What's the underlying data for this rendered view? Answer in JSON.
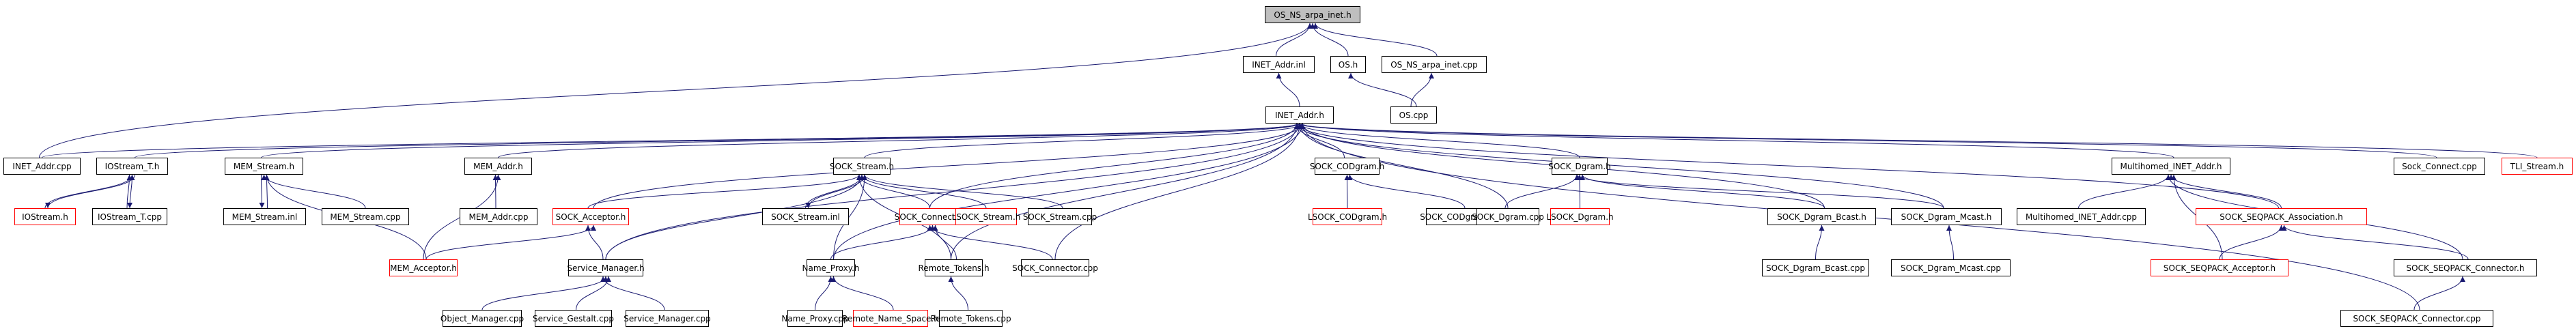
{
  "title": "OS_NS_arpa_inet.h include dependency graph",
  "colors": {
    "edge": "#191970",
    "normal_border": "#000000",
    "truncated_border": "#ff0000",
    "root_fill": "#bfbfbf"
  },
  "nodes": [
    {
      "id": "os_ns_arpa_inet_h",
      "label": "OS_NS_arpa_inet.h",
      "kind": "root"
    },
    {
      "id": "inet_addr_inl",
      "label": "INET_Addr.inl",
      "kind": "normal"
    },
    {
      "id": "os_h",
      "label": "OS.h",
      "kind": "normal"
    },
    {
      "id": "os_ns_arpa_inet_cpp",
      "label": "OS_NS_arpa_inet.cpp",
      "kind": "normal"
    },
    {
      "id": "inet_addr_h",
      "label": "INET_Addr.h",
      "kind": "normal"
    },
    {
      "id": "os_cpp",
      "label": "OS.cpp",
      "kind": "normal"
    },
    {
      "id": "inet_addr_cpp",
      "label": "INET_Addr.cpp",
      "kind": "normal"
    },
    {
      "id": "iostream_t_h",
      "label": "IOStream_T.h",
      "kind": "normal"
    },
    {
      "id": "mem_stream_h",
      "label": "MEM_Stream.h",
      "kind": "normal"
    },
    {
      "id": "mem_addr_h",
      "label": "MEM_Addr.h",
      "kind": "normal"
    },
    {
      "id": "sock_stream_h",
      "label": "SOCK_Stream.h",
      "kind": "normal"
    },
    {
      "id": "sock_codgram_h",
      "label": "SOCK_CODgram.h",
      "kind": "normal"
    },
    {
      "id": "sock_dgram_h",
      "label": "SOCK_Dgram.h",
      "kind": "normal"
    },
    {
      "id": "multihomed_inet_addr_h",
      "label": "Multihomed_INET_Addr.h",
      "kind": "normal"
    },
    {
      "id": "sock_connect_cpp",
      "label": "Sock_Connect.cpp",
      "kind": "normal"
    },
    {
      "id": "tli_stream_h",
      "label": "TLI_Stream.h",
      "kind": "truncated"
    },
    {
      "id": "iostream_h",
      "label": "IOStream.h",
      "kind": "truncated"
    },
    {
      "id": "iostream_t_cpp",
      "label": "IOStream_T.cpp",
      "kind": "normal"
    },
    {
      "id": "mem_stream_inl",
      "label": "MEM_Stream.inl",
      "kind": "normal"
    },
    {
      "id": "mem_stream_cpp",
      "label": "MEM_Stream.cpp",
      "kind": "normal"
    },
    {
      "id": "mem_addr_cpp",
      "label": "MEM_Addr.cpp",
      "kind": "normal"
    },
    {
      "id": "sock_acceptor_h",
      "label": "SOCK_Acceptor.h",
      "kind": "truncated"
    },
    {
      "id": "sock_stream_inl",
      "label": "SOCK_Stream.inl",
      "kind": "normal"
    },
    {
      "id": "sock_connector_h",
      "label": "SOCK_Connector.h",
      "kind": "truncated"
    },
    {
      "id": "lsock_stream_h",
      "label": "LSOCK_Stream.h",
      "kind": "truncated"
    },
    {
      "id": "sock_stream_cpp",
      "label": "SOCK_Stream.cpp",
      "kind": "normal"
    },
    {
      "id": "lsock_codgram_h",
      "label": "LSOCK_CODgram.h",
      "kind": "truncated"
    },
    {
      "id": "sock_codgram_cpp",
      "label": "SOCK_CODgram.cpp",
      "kind": "normal"
    },
    {
      "id": "sock_dgram_cpp",
      "label": "SOCK_Dgram.cpp",
      "kind": "normal"
    },
    {
      "id": "lsock_dgram_h",
      "label": "LSOCK_Dgram.h",
      "kind": "truncated"
    },
    {
      "id": "sock_dgram_bcast_h",
      "label": "SOCK_Dgram_Bcast.h",
      "kind": "normal"
    },
    {
      "id": "sock_dgram_mcast_h",
      "label": "SOCK_Dgram_Mcast.h",
      "kind": "normal"
    },
    {
      "id": "multihomed_inet_addr_cpp",
      "label": "Multihomed_INET_Addr.cpp",
      "kind": "normal"
    },
    {
      "id": "sock_seqpack_association_h",
      "label": "SOCK_SEQPACK_Association.h",
      "kind": "truncated"
    },
    {
      "id": "mem_acceptor_h",
      "label": "MEM_Acceptor.h",
      "kind": "truncated"
    },
    {
      "id": "service_manager_h",
      "label": "Service_Manager.h",
      "kind": "normal"
    },
    {
      "id": "name_proxy_h",
      "label": "Name_Proxy.h",
      "kind": "normal"
    },
    {
      "id": "remote_tokens_h",
      "label": "Remote_Tokens.h",
      "kind": "normal"
    },
    {
      "id": "sock_connector_cpp",
      "label": "SOCK_Connector.cpp",
      "kind": "normal"
    },
    {
      "id": "sock_dgram_bcast_cpp",
      "label": "SOCK_Dgram_Bcast.cpp",
      "kind": "normal"
    },
    {
      "id": "sock_dgram_mcast_cpp",
      "label": "SOCK_Dgram_Mcast.cpp",
      "kind": "normal"
    },
    {
      "id": "sock_seqpack_acceptor_h",
      "label": "SOCK_SEQPACK_Acceptor.h",
      "kind": "truncated"
    },
    {
      "id": "sock_seqpack_connector_h",
      "label": "SOCK_SEQPACK_Connector.h",
      "kind": "normal"
    },
    {
      "id": "object_manager_cpp",
      "label": "Object_Manager.cpp",
      "kind": "normal"
    },
    {
      "id": "service_gestalt_cpp",
      "label": "Service_Gestalt.cpp",
      "kind": "normal"
    },
    {
      "id": "service_manager_cpp",
      "label": "Service_Manager.cpp",
      "kind": "normal"
    },
    {
      "id": "name_proxy_cpp",
      "label": "Name_Proxy.cpp",
      "kind": "normal"
    },
    {
      "id": "remote_name_space_h",
      "label": "Remote_Name_Space.h",
      "kind": "truncated"
    },
    {
      "id": "remote_tokens_cpp",
      "label": "Remote_Tokens.cpp",
      "kind": "normal"
    },
    {
      "id": "sock_seqpack_connector_cpp",
      "label": "SOCK_SEQPACK_Connector.cpp",
      "kind": "normal"
    }
  ],
  "edges": [
    [
      "inet_addr_inl",
      "os_ns_arpa_inet_h"
    ],
    [
      "os_h",
      "os_ns_arpa_inet_h"
    ],
    [
      "os_ns_arpa_inet_cpp",
      "os_ns_arpa_inet_h"
    ],
    [
      "inet_addr_cpp",
      "os_ns_arpa_inet_h"
    ],
    [
      "inet_addr_h",
      "inet_addr_inl"
    ],
    [
      "os_cpp",
      "os_h"
    ],
    [
      "os_cpp",
      "os_ns_arpa_inet_cpp"
    ],
    [
      "inet_addr_cpp",
      "inet_addr_h"
    ],
    [
      "iostream_t_h",
      "inet_addr_h"
    ],
    [
      "mem_stream_h",
      "inet_addr_h"
    ],
    [
      "mem_addr_h",
      "inet_addr_h"
    ],
    [
      "sock_stream_h",
      "inet_addr_h"
    ],
    [
      "sock_codgram_h",
      "inet_addr_h"
    ],
    [
      "sock_dgram_h",
      "inet_addr_h"
    ],
    [
      "multihomed_inet_addr_h",
      "inet_addr_h"
    ],
    [
      "sock_connect_cpp",
      "inet_addr_h"
    ],
    [
      "tli_stream_h",
      "inet_addr_h"
    ],
    [
      "sock_acceptor_h",
      "inet_addr_h"
    ],
    [
      "sock_connector_h",
      "inet_addr_h"
    ],
    [
      "sock_dgram_cpp",
      "inet_addr_h"
    ],
    [
      "sock_dgram_bcast_h",
      "inet_addr_h"
    ],
    [
      "sock_dgram_mcast_h",
      "inet_addr_h"
    ],
    [
      "service_manager_h",
      "inet_addr_h"
    ],
    [
      "name_proxy_h",
      "inet_addr_h"
    ],
    [
      "remote_tokens_h",
      "inet_addr_h"
    ],
    [
      "sock_connector_cpp",
      "inet_addr_h"
    ],
    [
      "sock_seqpack_connector_cpp",
      "inet_addr_h"
    ],
    [
      "sock_seqpack_association_h",
      "inet_addr_h"
    ],
    [
      "iostream_h",
      "iostream_t_h"
    ],
    [
      "iostream_t_h",
      "iostream_h"
    ],
    [
      "iostream_t_cpp",
      "iostream_t_h"
    ],
    [
      "iostream_t_h",
      "iostream_t_cpp"
    ],
    [
      "mem_stream_inl",
      "mem_stream_h"
    ],
    [
      "mem_stream_h",
      "mem_stream_inl"
    ],
    [
      "mem_stream_cpp",
      "mem_stream_h"
    ],
    [
      "mem_acceptor_h",
      "mem_stream_h"
    ],
    [
      "mem_addr_cpp",
      "mem_addr_h"
    ],
    [
      "mem_acceptor_h",
      "mem_addr_h"
    ],
    [
      "mem_acceptor_h",
      "sock_acceptor_h"
    ],
    [
      "service_manager_h",
      "sock_acceptor_h"
    ],
    [
      "sock_stream_inl",
      "sock_stream_h"
    ],
    [
      "sock_stream_h",
      "sock_stream_inl"
    ],
    [
      "sock_connector_h",
      "sock_stream_h"
    ],
    [
      "lsock_stream_h",
      "sock_stream_h"
    ],
    [
      "sock_stream_cpp",
      "sock_stream_h"
    ],
    [
      "sock_acceptor_h",
      "sock_stream_h"
    ],
    [
      "service_manager_h",
      "sock_stream_h"
    ],
    [
      "name_proxy_h",
      "sock_stream_h"
    ],
    [
      "remote_tokens_h",
      "sock_stream_h"
    ],
    [
      "name_proxy_h",
      "sock_connector_h"
    ],
    [
      "remote_tokens_h",
      "sock_connector_h"
    ],
    [
      "sock_connector_cpp",
      "sock_connector_h"
    ],
    [
      "lsock_codgram_h",
      "sock_codgram_h"
    ],
    [
      "sock_codgram_cpp",
      "sock_codgram_h"
    ],
    [
      "sock_dgram_cpp",
      "sock_dgram_h"
    ],
    [
      "lsock_dgram_h",
      "sock_dgram_h"
    ],
    [
      "sock_dgram_bcast_h",
      "sock_dgram_h"
    ],
    [
      "sock_dgram_mcast_h",
      "sock_dgram_h"
    ],
    [
      "sock_dgram_bcast_cpp",
      "sock_dgram_bcast_h"
    ],
    [
      "sock_dgram_mcast_cpp",
      "sock_dgram_mcast_h"
    ],
    [
      "multihomed_inet_addr_cpp",
      "multihomed_inet_addr_h"
    ],
    [
      "sock_seqpack_association_h",
      "multihomed_inet_addr_h"
    ],
    [
      "sock_seqpack_acceptor_h",
      "multihomed_inet_addr_h"
    ],
    [
      "sock_seqpack_connector_h",
      "multihomed_inet_addr_h"
    ],
    [
      "sock_seqpack_acceptor_h",
      "sock_seqpack_association_h"
    ],
    [
      "sock_seqpack_connector_h",
      "sock_seqpack_association_h"
    ],
    [
      "sock_seqpack_connector_cpp",
      "sock_seqpack_connector_h"
    ],
    [
      "object_manager_cpp",
      "service_manager_h"
    ],
    [
      "service_gestalt_cpp",
      "service_manager_h"
    ],
    [
      "service_manager_cpp",
      "service_manager_h"
    ],
    [
      "name_proxy_cpp",
      "name_proxy_h"
    ],
    [
      "remote_name_space_h",
      "name_proxy_h"
    ],
    [
      "remote_tokens_cpp",
      "remote_tokens_h"
    ]
  ]
}
